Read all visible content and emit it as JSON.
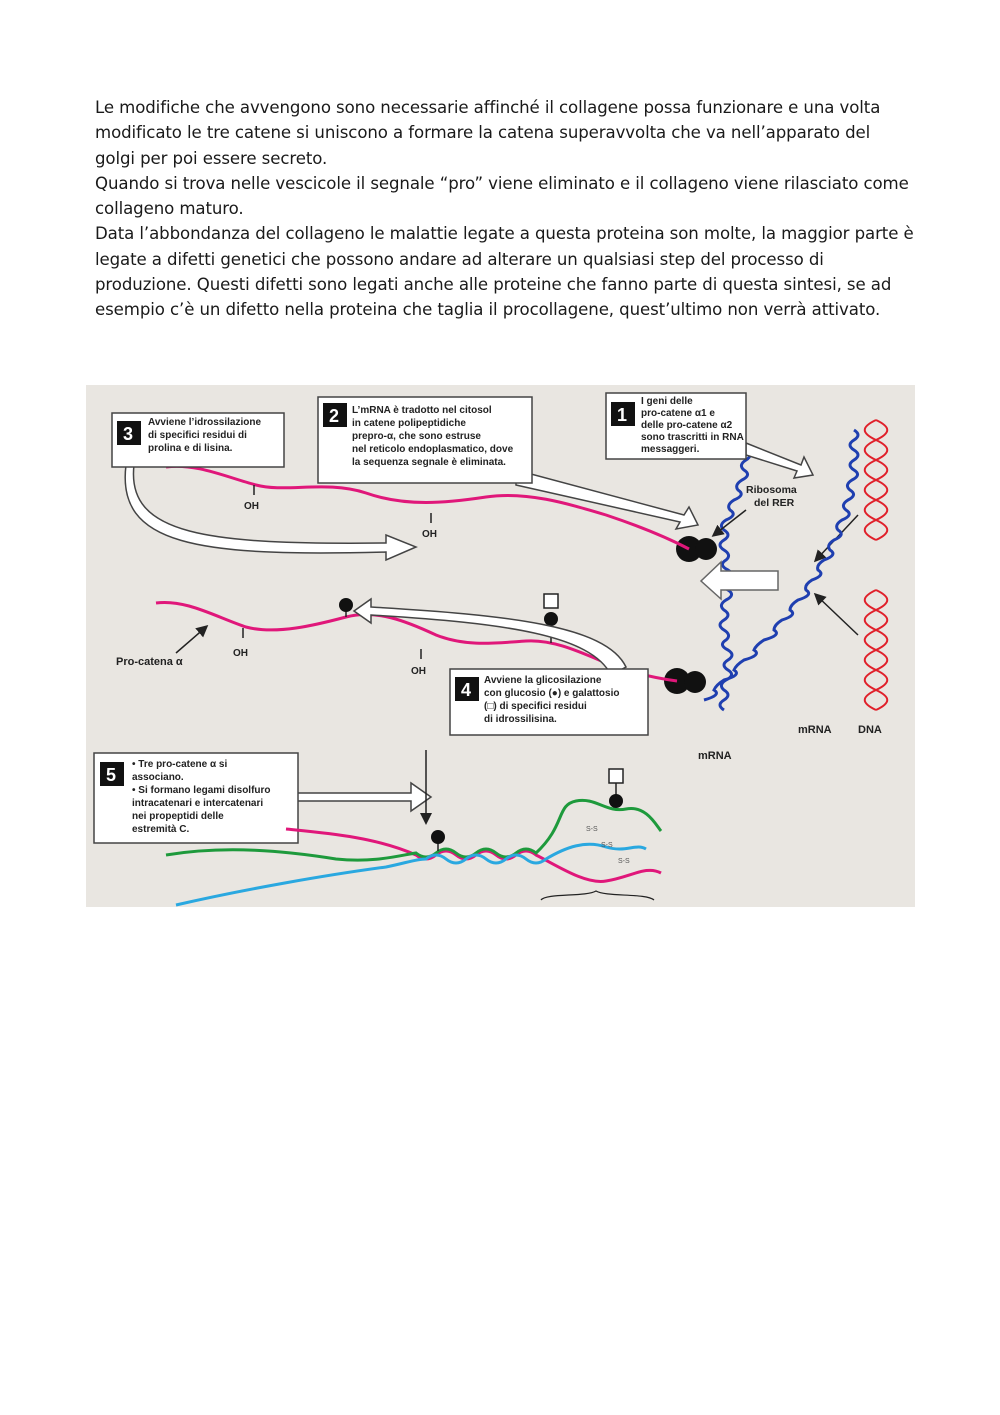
{
  "paragraphs": [
    "Le modifiche che avvengono sono necessarie affinché il collagene possa funzionare e una volta modificato le tre catene si uniscono a formare la catena superavvolta che va nell’apparato del golgi per poi essere secreto.",
    "Quando si trova nelle vescicole il segnale “pro” viene eliminato e il collageno viene rilasciato come collageno maturo.",
    "Data l’abbondanza del collageno le malattie legate a questa proteina son molte, la maggior parte è legate a difetti genetici che possono andare ad alterare un qualsiasi step del processo di produzione. Questi difetti sono legati anche alle proteine che fanno parte di questa sintesi, se ad esempio c’è un difetto nella proteina che taglia il procollagene, quest’ultimo non verrà attivato."
  ],
  "figure": {
    "steps": [
      {
        "num": "1",
        "lines": [
          "I geni delle",
          "pro-catene α1 e",
          "delle pro-catene α2",
          "sono trascritti in RNA",
          "messaggeri."
        ]
      },
      {
        "num": "2",
        "lines": [
          "L’mRNA è tradotto nel citosol",
          "in catene polipeptidiche",
          "prepro-α, che sono estruse",
          "nel reticolo endoplasmatico, dove",
          "la sequenza segnale è eliminata."
        ]
      },
      {
        "num": "3",
        "lines": [
          "Avviene l’idrossilazione",
          "di specifici residui di",
          "prolina e di lisina."
        ]
      },
      {
        "num": "4",
        "lines": [
          "Avviene la glicosilazione",
          "con glucosio (●) e galattosio",
          "(□) di specifici residui",
          "di idrossilisina."
        ]
      },
      {
        "num": "5",
        "lines": [
          "•  Tre pro-catene α si",
          "    associano.",
          "•  Si formano legami disolfuro",
          "    intracatenari e intercatenari",
          "    nei propeptidi delle",
          "    estremità C."
        ]
      }
    ],
    "labels": {
      "ribosome": [
        "Ribosoma",
        "del RER"
      ],
      "oh": "OH",
      "pro_chain": "Pro-catena α",
      "mrna": "mRNA",
      "dna": "DNA",
      "ss": "S-S"
    },
    "colors": {
      "background": "#e9e6e1",
      "pro_chain": "#e0177a",
      "mrna": "#1f3fb0",
      "dna": "#e0202a",
      "chain_green": "#1e9a3c",
      "chain_blue": "#2aa8e0"
    }
  }
}
